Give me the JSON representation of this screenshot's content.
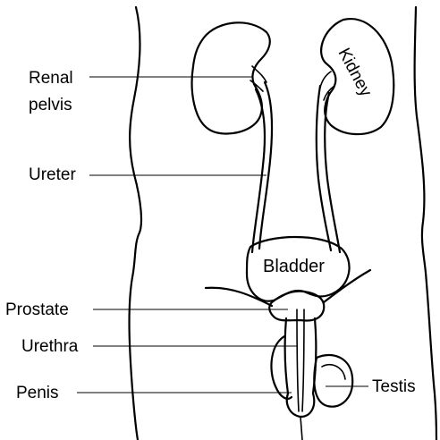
{
  "labels": {
    "renal_pelvis_line1": "Renal",
    "renal_pelvis_line2": "pelvis",
    "ureter": "Ureter",
    "prostate": "Prostate",
    "urethra": "Urethra",
    "penis": "Penis",
    "kidney": "Kidney",
    "bladder": "Bladder",
    "testis": "Testis"
  }
}
